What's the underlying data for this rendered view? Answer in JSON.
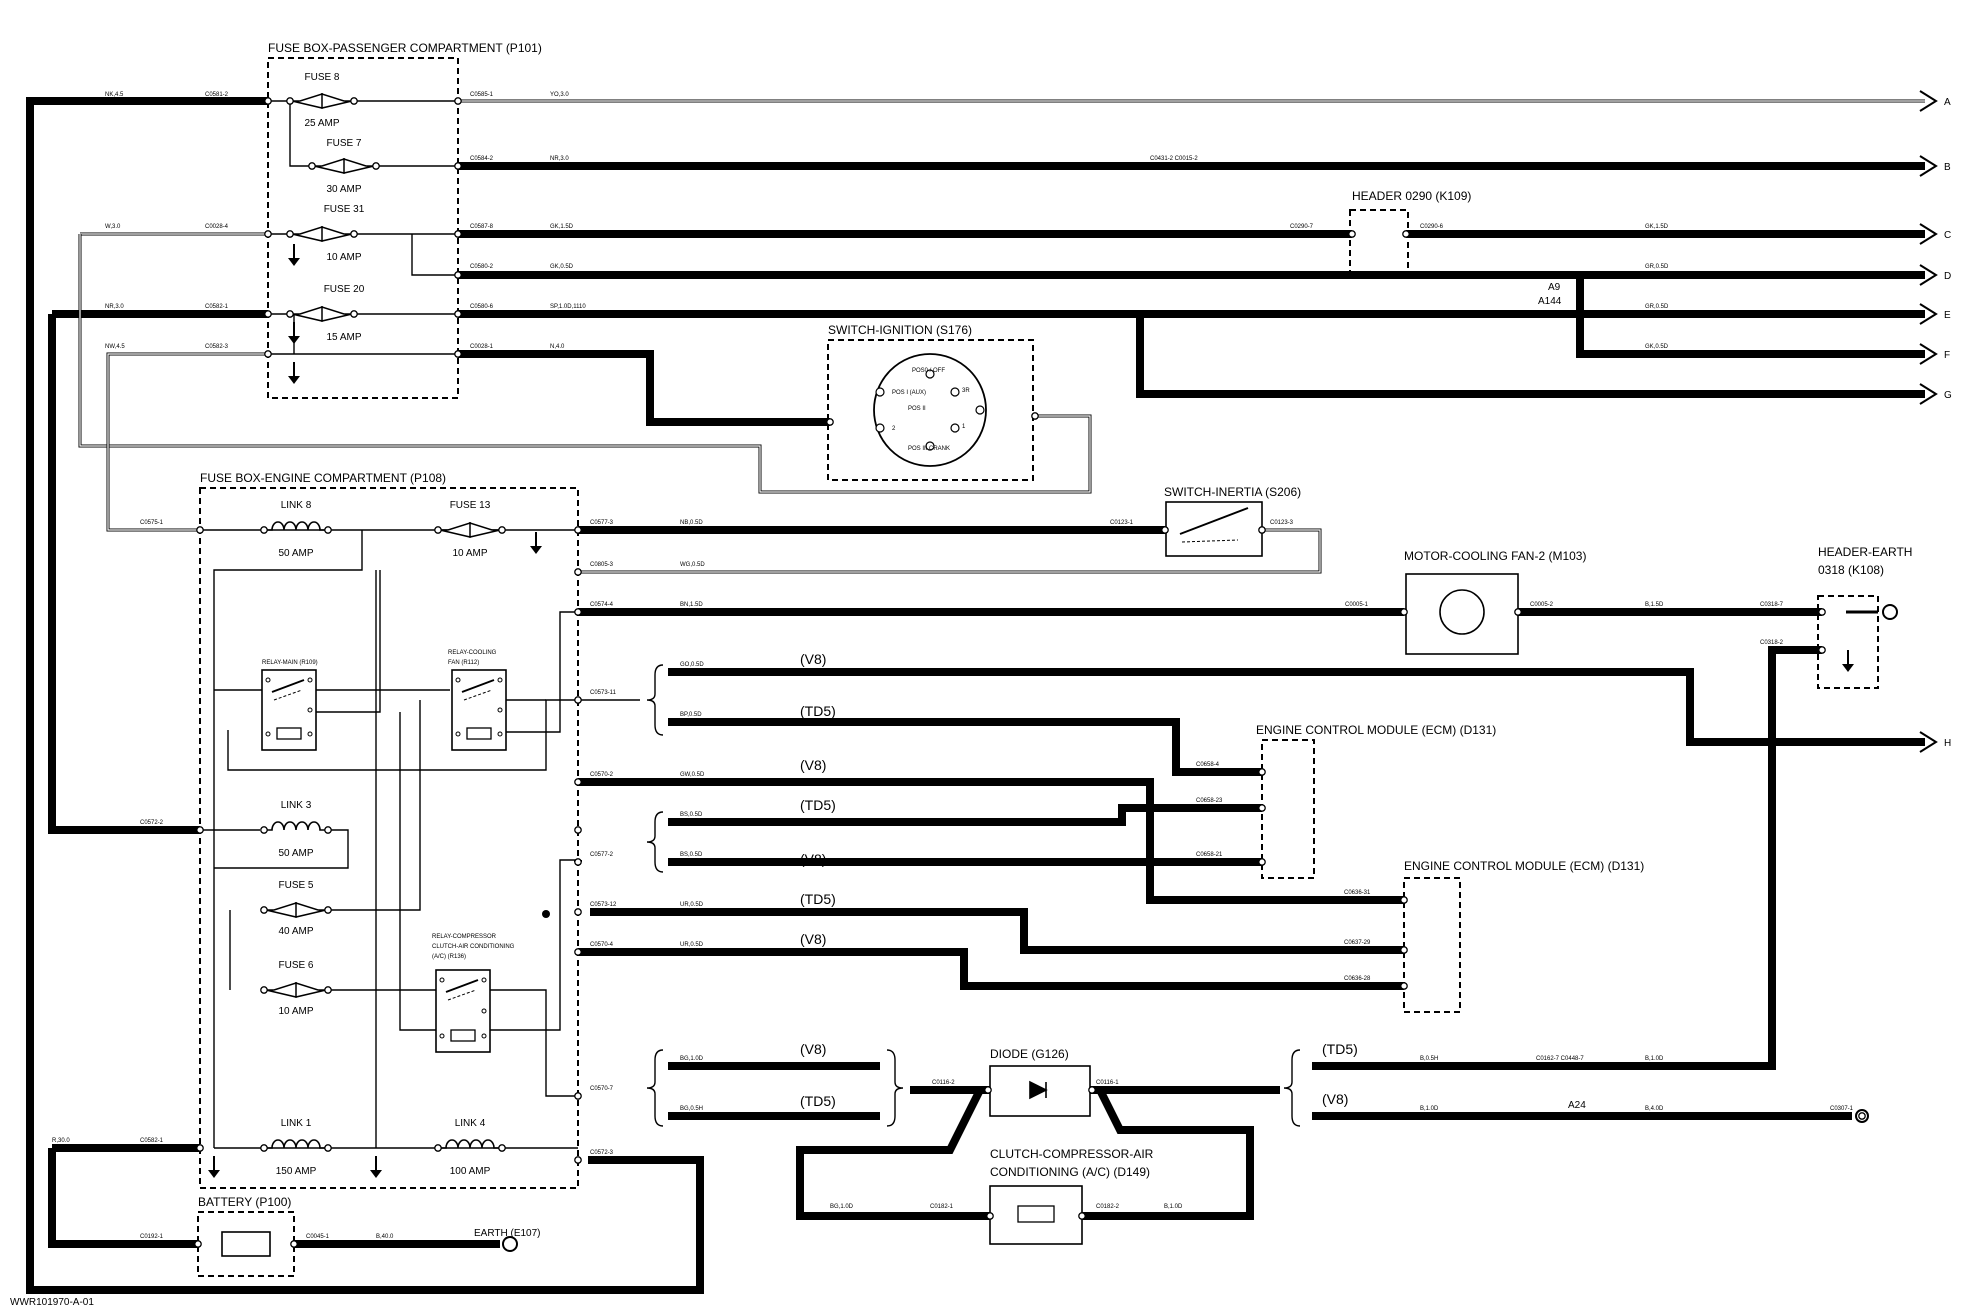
{
  "footer_code": "WWR101970-A-01",
  "components": {
    "fusebox_pass": "FUSE BOX-PASSENGER COMPARTMENT (P101)",
    "fusebox_eng": "FUSE BOX-ENGINE COMPARTMENT (P108)",
    "switch_ignition": "SWITCH-IGNITION (S176)",
    "switch_inertia": "SWITCH-INERTIA (S206)",
    "header_0290": "HEADER 0290 (K109)",
    "motor_fan": "MOTOR-COOLING FAN-2 (M103)",
    "header_earth_1": "HEADER-EARTH",
    "header_earth_2": "0318 (K108)",
    "ecm1": "ENGINE CONTROL MODULE (ECM) (D131)",
    "ecm2": "ENGINE CONTROL MODULE (ECM) (D131)",
    "diode": "DIODE (G126)",
    "clutch_1": "CLUTCH-COMPRESSOR-AIR",
    "clutch_2": "CONDITIONING (A/C) (D149)",
    "battery": "BATTERY (P100)",
    "earth": "EARTH (E107)",
    "relay_main": "RELAY-MAIN (R109)",
    "relay_fan_1": "RELAY-COOLING",
    "relay_fan_2": "FAN (R112)",
    "relay_ac_1": "RELAY-COMPRESSOR",
    "relay_ac_2": "CLUTCH-AIR CONDITIONING",
    "relay_ac_3": "(A/C) (R136)"
  },
  "fuses": {
    "f8": "FUSE 8",
    "f8a": "25 AMP",
    "f7": "FUSE 7",
    "f7a": "30 AMP",
    "f31": "FUSE 31",
    "f31a": "10 AMP",
    "f20": "FUSE 20",
    "f20a": "15 AMP",
    "l8": "LINK 8",
    "l8a": "50 AMP",
    "f13": "FUSE 13",
    "f13a": "10 AMP",
    "l3": "LINK 3",
    "l3a": "50 AMP",
    "f5": "FUSE 5",
    "f5a": "40 AMP",
    "f6": "FUSE 6",
    "f6a": "10 AMP",
    "l1": "LINK 1",
    "l1a": "150 AMP",
    "l4": "LINK 4",
    "l4a": "100 AMP"
  },
  "ign_pos": {
    "p0": "POS0 / OFF",
    "p1": "1",
    "p2": "2",
    "p3": "3R",
    "pI": "POS I (AUX)",
    "pII": "POS II",
    "pIII": "POS III CRANK"
  },
  "connectors": {
    "c0581_2": "C0581-2",
    "c0585_1": "C0585-1",
    "c0584_2": "C0584-2",
    "c0431": "C0431-2 C0015-2",
    "c0028_4": "C0028-4",
    "c0587_8": "C0587-8",
    "c0290_7": "C0290-7",
    "c0290_6": "C0290-6",
    "c0580_2": "C0580-2",
    "c0582_1": "C0582-1",
    "c0580_6": "C0580-6",
    "c0582_3": "C0582-3",
    "c0028_1": "C0028-1",
    "c0575_1": "C0575-1",
    "c0577_3": "C0577-3",
    "c0123_1": "C0123-1",
    "c0123_3": "C0123-3",
    "c0805_3": "C0805-3",
    "c0574_4": "C0574-4",
    "c0005_1": "C0005-1",
    "c0005_2": "C0005-2",
    "c0318_7": "C0318-7",
    "c0318_2": "C0318-2",
    "c0573_11": "C0573-11",
    "c0658_4": "C0658-4",
    "c0570_2": "C0570-2",
    "c0658_23": "C0658-23",
    "c0658_21": "C0658-21",
    "c0572_2": "C0572-2",
    "c0577_2": "C0577-2",
    "c0636_31": "C0636-31",
    "c0573_12": "C0573-12",
    "c0637_29": "C0637-29",
    "c0570_4": "C0570-4",
    "c0636_28": "C0636-28",
    "c0570_7": "C0570-7",
    "c0116_2": "C0116-2",
    "c0116_1": "C0116-1",
    "c0162": "C0162-7 C0448-7",
    "c0307_1": "C0307-1",
    "c0582_1b": "C0582-1",
    "c0572_3": "C0572-3",
    "c0192_1": "C0192-1",
    "c0045_1": "C0045-1",
    "c0182_1": "C0182-1",
    "c0182_2": "C0182-2"
  },
  "splices": {
    "a9": "A9",
    "a144": "A144",
    "a24": "A24"
  },
  "wires": {
    "nk45": "NK,4.5",
    "yo30": "YO,3.0",
    "nr30a": "NR,3.0",
    "w30": "W,3.0",
    "gk15": "GK,1.5D",
    "gk15b": "GK,1.5D",
    "gk05": "GK,0.5D",
    "gr05a": "GR,0.5D",
    "gr05b": "GR,0.5D",
    "gk05b": "GK,0.5D",
    "nr30b": "NR,3.0",
    "sp": "SP,1.0D,1110",
    "nw45": "NW,4.5",
    "n40": "N,4.0",
    "nb05": "NB,0.5D",
    "wg05": "WG,0.5D",
    "bn15": "BN,1.5D",
    "b15": "B,1.5D",
    "go05": "GO,0.5D",
    "bp05": "BP,0.5D",
    "gw05": "GW,0.5D",
    "bs05a": "BS,0.5D",
    "bs05b": "BS,0.5D",
    "ur05a": "UR,0.5D",
    "ur05b": "UR,0.5D",
    "bg10": "BG,1.0D",
    "bg05": "BG,0.5H",
    "b05h": "B,0.5H",
    "b10": "B,1.0D",
    "b10b": "B,1.0D",
    "b40": "B,4.0D",
    "r300": "R,30.0",
    "b400": "B,40.0",
    "bg10b": "BG,1.0D",
    "b10c": "B,1.0D"
  },
  "variants": {
    "v8a": "(V8)",
    "td5a": "(TD5)",
    "v8b": "(V8)",
    "td5b": "(TD5)",
    "v8c": "(V8)",
    "td5c": "(TD5)",
    "v8d": "(V8)",
    "v8e": "(V8)",
    "td5e": "(TD5)",
    "td5f": "(TD5)",
    "v8f": "(V8)"
  },
  "edge": [
    "A",
    "B",
    "C",
    "D",
    "E",
    "F",
    "G",
    "H"
  ]
}
